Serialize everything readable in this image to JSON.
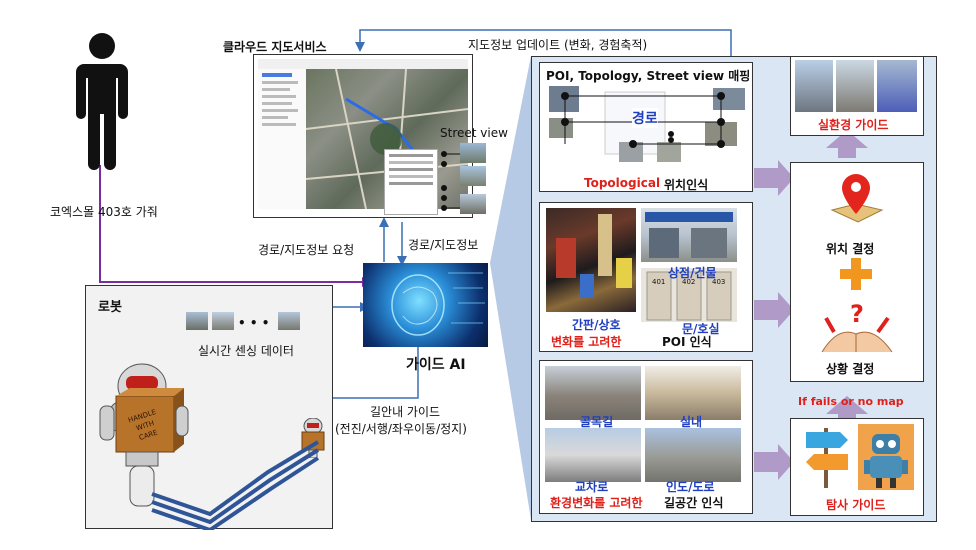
{
  "person": {
    "caption": "코엑스몰 403호 가줘"
  },
  "cloud": {
    "title": "클라우드 지도서비스",
    "street_view": "Street view"
  },
  "update_label": "지도정보 업데이트 (변화, 경험축적)",
  "route_request": "경로/지도정보 요청",
  "route_info": "경로/지도정보",
  "robot": {
    "title": "로봇",
    "sensing": "실시간 센싱 데이터",
    "dots": "• • •",
    "box_text": "HANDLE WITH CARE"
  },
  "guide_ai": "가이드 AI",
  "street_guide": {
    "line1": "길안내 가이드",
    "line2": "(전진/서행/좌우이동/정지)"
  },
  "poi_panel": {
    "title": "POI, Topology, Street view 매핑",
    "route": "경로",
    "topo_red": "Topological",
    "topo_rest": "위치인식"
  },
  "poi_recog": {
    "sign": "간판/상호",
    "store": "상점/건물",
    "door": "문/호실",
    "red": "변화를 고려한",
    "rest": "POI 인식",
    "room_numbers": [
      "401",
      "402",
      "403"
    ]
  },
  "road_recog": {
    "alley": "골목길",
    "indoor": "실내",
    "intersection": "교차로",
    "sidewalk": "인도/도로",
    "red": "환경변화를 고려한",
    "rest": "길공간 인식"
  },
  "right": {
    "real_guide": "실환경 가이드",
    "position": "위치 결정",
    "situation": "상황 결정",
    "fails": "If fails or no map",
    "explore": "탐사 가이드"
  },
  "colors": {
    "purple_arrow": "#7b2d9e",
    "blue_arrow": "#3b6fb6",
    "panel_bg": "#dbe6f4",
    "red_text": "#e0201a",
    "blue_text": "#1f3fbf"
  }
}
